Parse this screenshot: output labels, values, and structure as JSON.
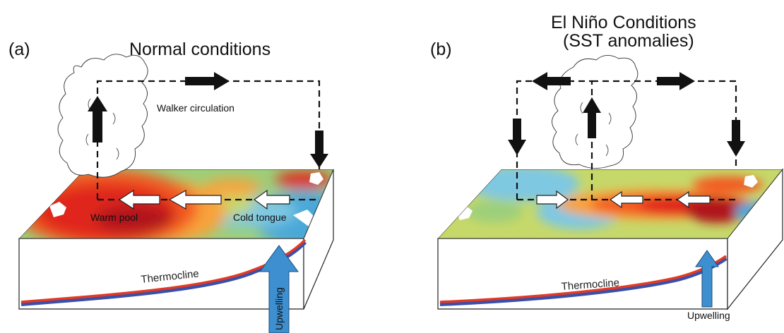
{
  "panels": [
    {
      "letter": "(a)",
      "title": "Normal conditions",
      "walker_label": "Walker circulation",
      "warm_label": "Warm pool",
      "cold_label": "Cold tongue",
      "thermocline_label": "Thermocline",
      "upwelling_label": "Upwelling"
    },
    {
      "letter": "(b)",
      "title_line1": "El Niño Conditions",
      "title_line2": "(SST anomalies)",
      "thermocline_label": "Thermocline",
      "upwelling_label": "Upwelling"
    }
  ],
  "colors": {
    "deep_red": "#b0121a",
    "red": "#e0261f",
    "orange_red": "#f25a24",
    "orange": "#f8a23a",
    "yellow_green": "#c6d86a",
    "green": "#9ccf7a",
    "light_blue": "#7fc8e2",
    "blue": "#4aa8d8",
    "box_side": "#ffffff",
    "upwelling_arrow": "#3d8fcf",
    "thermocline_red": "#e23a24",
    "thermocline_blue": "#3a4fa8"
  }
}
